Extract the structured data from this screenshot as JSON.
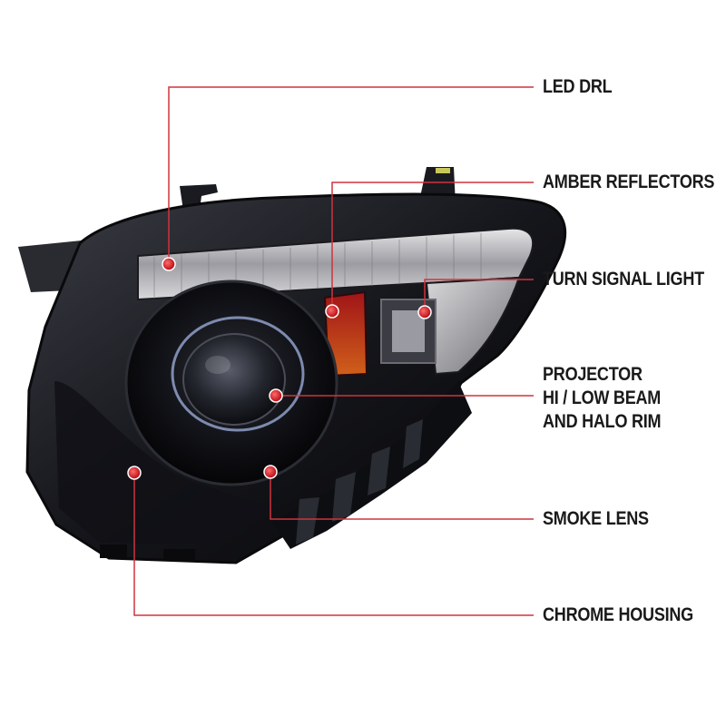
{
  "accent_color": "#c8202a",
  "leader_color": "#d0333c",
  "callouts": [
    {
      "id": "led-drl",
      "label": "LED DRL"
    },
    {
      "id": "amber-reflectors",
      "label": "AMBER REFLECTORS"
    },
    {
      "id": "turn-signal-light",
      "label": "TURN SIGNAL LIGHT"
    },
    {
      "id": "projector",
      "label": "PROJECTOR\nHI / LOW BEAM\nAND HALO RIM"
    },
    {
      "id": "smoke-lens",
      "label": "SMOKE LENS"
    },
    {
      "id": "chrome-housing",
      "label": "CHROME HOUSING"
    }
  ]
}
